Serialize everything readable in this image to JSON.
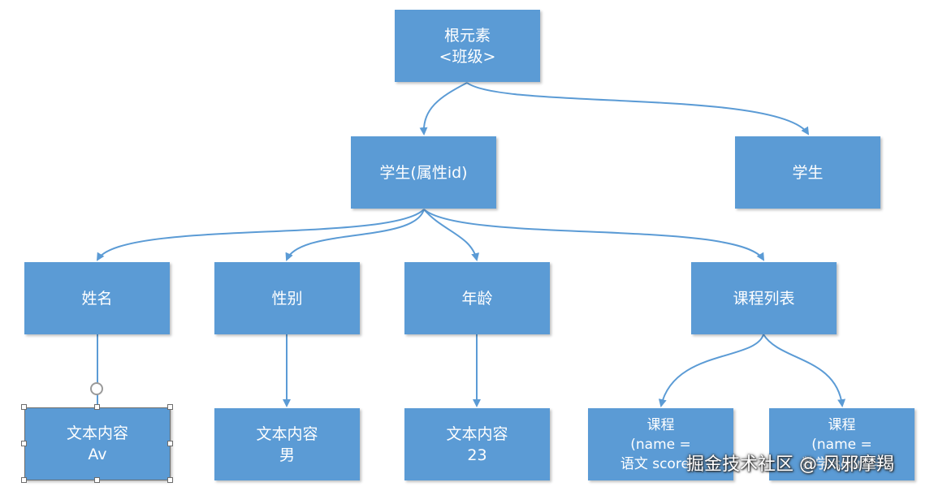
{
  "nodes": {
    "root": {
      "lines": [
        "根元素",
        "<班级>"
      ]
    },
    "student1": {
      "lines": [
        "学生(属性id)"
      ]
    },
    "student2": {
      "lines": [
        "学生"
      ]
    },
    "name": {
      "lines": [
        "姓名"
      ]
    },
    "gender": {
      "lines": [
        "性别"
      ]
    },
    "age": {
      "lines": [
        "年龄"
      ]
    },
    "course_list": {
      "lines": [
        "课程列表"
      ]
    },
    "text_name": {
      "lines": [
        "文本内容",
        "Av"
      ]
    },
    "text_gender": {
      "lines": [
        "文本内容",
        "男"
      ]
    },
    "text_age": {
      "lines": [
        "文本内容",
        "23"
      ]
    },
    "course1": {
      "lines": [
        "课程",
        "(name =",
        "语文 score="
      ]
    },
    "course2": {
      "lines": [
        "课程",
        "(name =",
        "数学 score="
      ]
    }
  },
  "watermark": "掘金技术社区 @ 风邪摩羯",
  "colors": {
    "node_fill": "#5b9bd5",
    "connector": "#5b9bd5",
    "node_text": "#ffffff"
  }
}
